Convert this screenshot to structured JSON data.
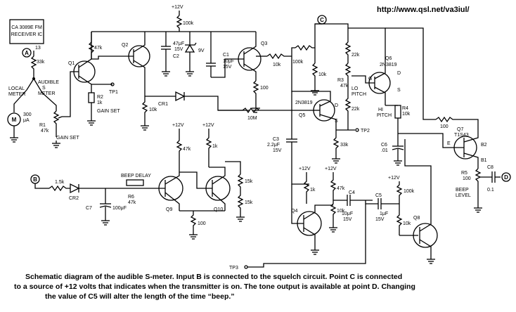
{
  "url": "http://www.qsl.net/va3iul/",
  "receiver_box": [
    "CA 3089E FM",
    "RECEIVER IC"
  ],
  "points": {
    "A": "A",
    "B": "B",
    "C": "C",
    "D": "D"
  },
  "labels": {
    "pin13": "13",
    "r33k_a": "33k",
    "audible_s_meter": [
      "AUDIBLE",
      "S",
      "METER"
    ],
    "local_meter": [
      "LOCAL",
      "METER"
    ],
    "meter_m": "M",
    "meter_300ua": [
      "300",
      "μA"
    ],
    "r1": [
      "R1",
      "47k"
    ],
    "gain_set_r1": "GAIN SET",
    "r2": [
      "R2",
      "1k"
    ],
    "gain_set_r2": "GAIN SET",
    "q1": "Q1",
    "tp1": "TP1",
    "r47k_q1": "47k",
    "q2": "Q2",
    "r10k_q2": "10k",
    "plus12v_top": "+12V",
    "r100k_top": "100k",
    "c2": [
      "47μF",
      "15V",
      "C2"
    ],
    "zener_9v": "9V",
    "c1": [
      "C1",
      "10μF",
      "15V"
    ],
    "cr1": "CR1",
    "q3": "Q3",
    "r10k_q3": "10k",
    "r100k_q3": "100k",
    "r100_q3": "100",
    "r10m": "10M",
    "r10k_q5": "10k",
    "q5": [
      "2N3819",
      "Q5"
    ],
    "r22k_a": "22k",
    "r3": [
      "R3",
      "47k",
      "LO",
      "PITCH"
    ],
    "r22k_b": "22k",
    "q6": [
      "Q6",
      "2N3819"
    ],
    "r4": [
      "HI",
      "PITCH",
      "R4",
      "10k"
    ],
    "r33k_q5": "33k",
    "tp2": "TP2",
    "c3": [
      "C3",
      "2.2μF",
      "15V"
    ],
    "r100_q7": "100",
    "q7": [
      "Q7",
      "T1S43"
    ],
    "c6": [
      "C6",
      ".01"
    ],
    "q7_pins": [
      "E",
      "B2",
      "B1"
    ],
    "r5": [
      "R5",
      "100"
    ],
    "beep_level": [
      "BEEP",
      "LEVEL"
    ],
    "c8": [
      "C8",
      "0.1"
    ],
    "r15k_b": "1.5k",
    "cr2": "CR2",
    "c7": [
      "C7",
      "100μF"
    ],
    "beep_delay": "BEEP DELAY",
    "r6": [
      "R6",
      "47k"
    ],
    "plus12v_q9": "+12V",
    "plus12v_q10": "+12V",
    "r47k_q9": "47k",
    "r1k_q10": "1k",
    "r15k_1": "15k",
    "r15k_2": "15k",
    "q9": "Q9",
    "q10": "Q10",
    "r100_q9q10": "100",
    "plus12v_q4a": "+12V",
    "plus12v_q4b": "+12V",
    "r1k_q4": "1k",
    "r47k_q4": "47k",
    "r10k_q4": "10k",
    "c4": [
      "C4",
      "10μF",
      "15V"
    ],
    "q4": "Q4",
    "c5": [
      "C5",
      "1μF",
      "15V"
    ],
    "plus12v_q8": "+12V",
    "r100k_q8": "100k",
    "r10k_q8": "10k",
    "q8": "Q8",
    "tp3": "TP3",
    "transistor_pins": {
      "g": "G",
      "s": "S",
      "d": "D"
    }
  },
  "caption": [
    "Schematic diagram of the audible S-meter. Input B is connected to the squelch circuit. Point C is connected",
    "to a source of +12 volts that indicates when the transmitter is on. The tone output is available at point D. Changing",
    "the value of C5 will alter the length of the time “beep.”"
  ]
}
